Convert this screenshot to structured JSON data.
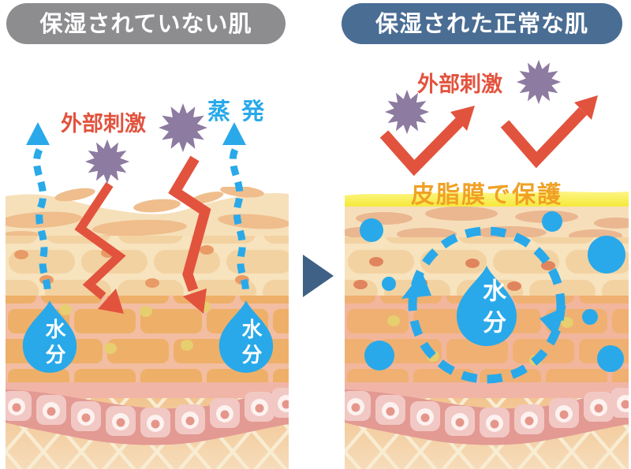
{
  "diagram": {
    "left": {
      "title": "保湿されていない肌",
      "stimulus_label": "外部刺激",
      "evaporation_label": "蒸 発",
      "moisture_label": "水分"
    },
    "right": {
      "title": "保湿された正常な肌",
      "stimulus_label": "外部刺激",
      "sebum_label": "皮脂膜で保護",
      "moisture_label": "水分"
    },
    "colors": {
      "left_title_bg": "#8d8c8f",
      "right_title_bg": "#4a6d94",
      "title_text": "#ffffff",
      "stimulus_red": "#e2533e",
      "water_blue": "#29a9e9",
      "irritant_purple": "#8d7ba1",
      "sebum_yellow": "#f5e93a",
      "sebum_label_orange": "#f0a125",
      "transition_arrow_blue": "#3f6186"
    }
  }
}
